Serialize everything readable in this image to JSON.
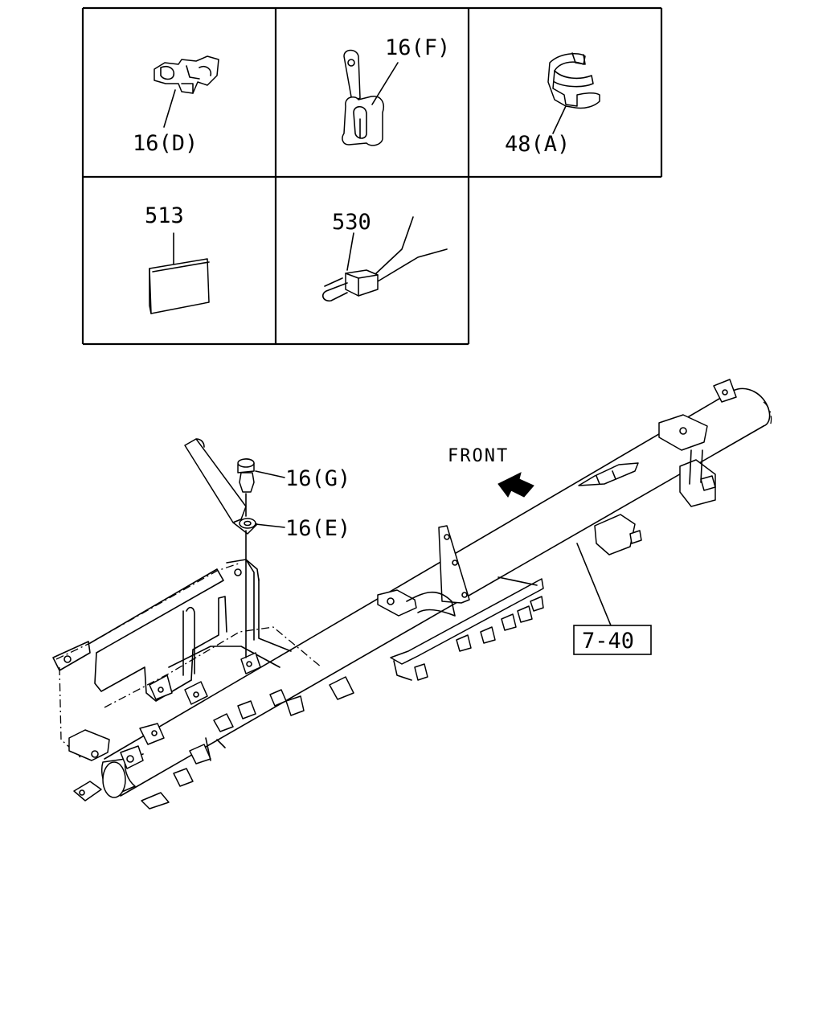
{
  "labels": {
    "part_16d": "16(D)",
    "part_16f": "16(F)",
    "part_48a": "48(A)",
    "part_513": "513",
    "part_530": "530",
    "part_16g": "16(G)",
    "part_16e": "16(E)",
    "direction": "FRONT",
    "ref_7_40": "7-40"
  }
}
